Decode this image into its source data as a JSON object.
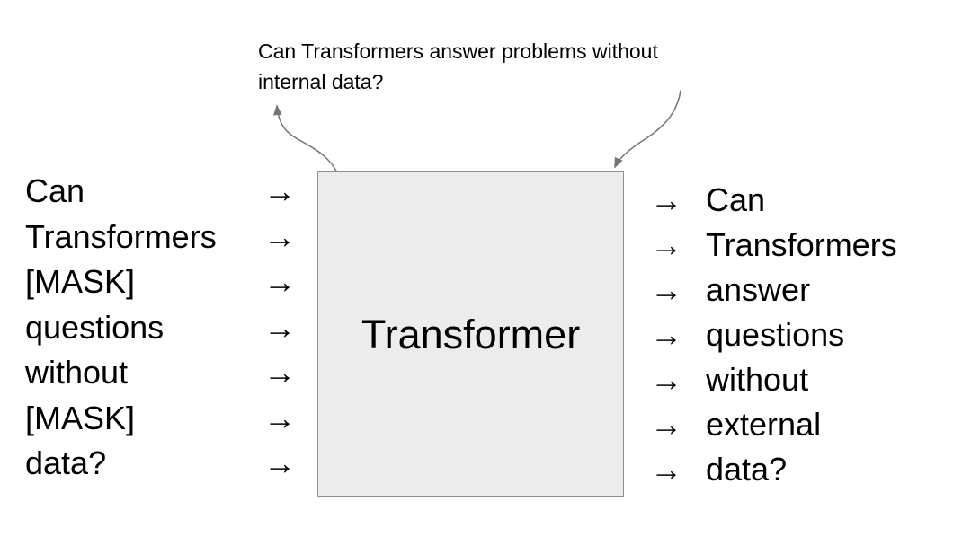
{
  "caption": {
    "lines": [
      "Can Transformers answer problems without",
      "internal data?"
    ]
  },
  "transformer_box": {
    "label": "Transformer",
    "fill_color": "#ececec",
    "border_color": "#8f8f8f"
  },
  "arrow_glyph": "→",
  "input_tokens": [
    "Can",
    "Transformers",
    "[MASK]",
    "questions",
    "without",
    "[MASK]",
    "data?"
  ],
  "output_tokens": [
    "Can",
    "Transformers",
    "answer",
    "questions",
    "without",
    "external",
    "data?"
  ],
  "colors": {
    "background": "#ffffff",
    "text": "#000000",
    "curved_arrow": "#757575"
  }
}
